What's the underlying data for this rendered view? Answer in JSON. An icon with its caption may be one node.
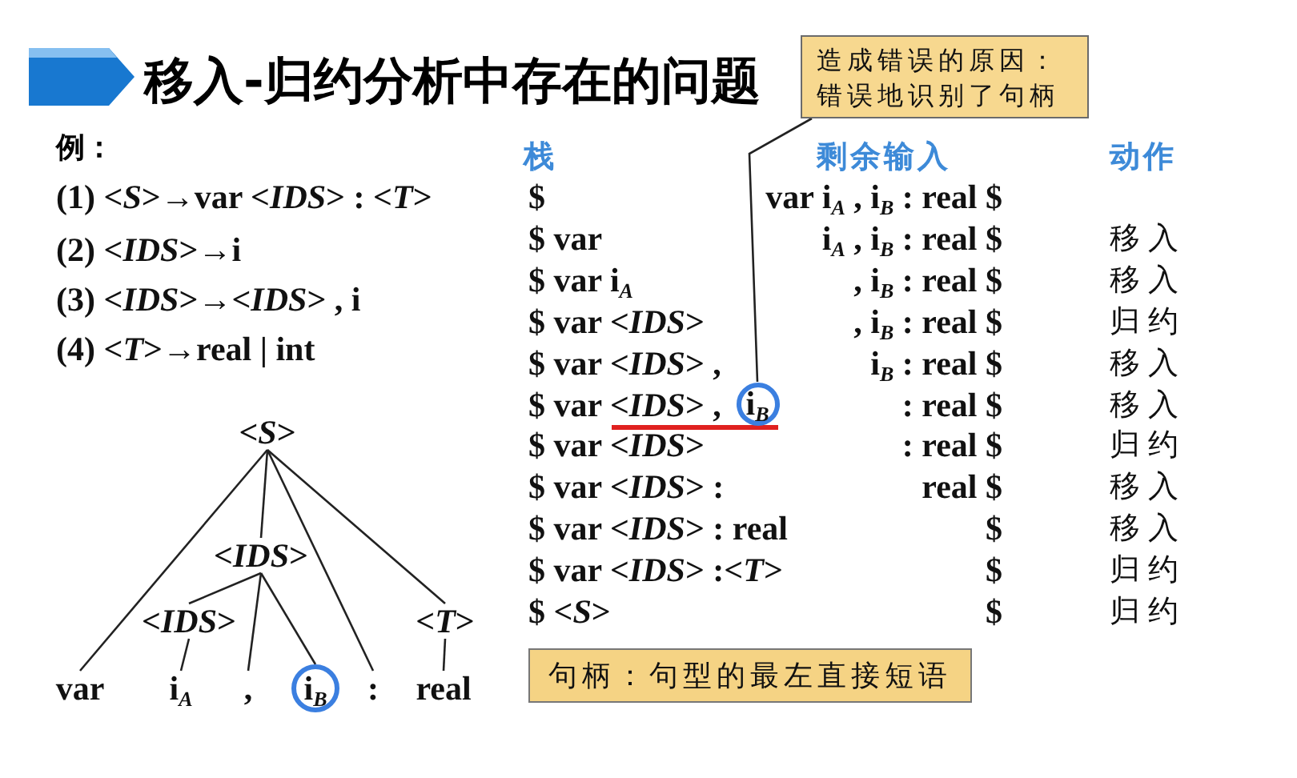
{
  "diagram": {
    "title": "移入-归约分析中存在的问题",
    "nodes": [
      {
        "text": [
          "造成错误的原因：错误地识别了句柄"
        ]
      },
      {
        "text": [
          "i$_{B}$"
        ]
      },
      {
        "text": [
          "<*S*>"
        ]
      },
      {
        "text": [
          "<*IDS*>"
        ]
      },
      {
        "text": [
          "<*IDS*>"
        ]
      },
      {
        "text": [
          "<*T*>"
        ]
      },
      {
        "text": [
          "var"
        ]
      },
      {
        "text": [
          "i$_{A}$"
        ]
      },
      {
        "text": [
          ","
        ]
      },
      {
        "text": [
          "i$_{B}$"
        ]
      },
      {
        "text": [
          ":"
        ]
      },
      {
        "text": [
          "real"
        ]
      },
      {
        "text": [
          "句柄：句型的最左直接短语"
        ]
      }
    ],
    "edges": [
      {
        "from": 0,
        "to": 1,
        "arrow": "none"
      },
      {
        "from": 2,
        "to": 6,
        "arrow": "none"
      },
      {
        "from": 2,
        "to": 3,
        "arrow": "none"
      },
      {
        "from": 2,
        "to": 10,
        "arrow": "none"
      },
      {
        "from": 2,
        "to": 5,
        "arrow": "none"
      },
      {
        "from": 3,
        "to": 4,
        "arrow": "none"
      },
      {
        "from": 3,
        "to": 8,
        "arrow": "none"
      },
      {
        "from": 3,
        "to": 9,
        "arrow": "none"
      },
      {
        "from": 4,
        "to": 7,
        "arrow": "none"
      },
      {
        "from": 5,
        "to": 11,
        "arrow": "none"
      }
    ],
    "labels": [
      "例：",
      "(1) <*S*>→var <*IDS*> : <*T*>",
      "(2) <*IDS*>→i",
      "(3) <*IDS*>→<*IDS*> , i",
      "(4) <*T*>→real | int",
      "栈",
      "剩余输入",
      "动作",
      "$",
      "var i$_{A}$ , i$_{B}$ : real $",
      "$ var",
      "i$_{A}$ , i$_{B}$ : real $",
      "移入",
      "$ var i$_{A}$",
      ", i$_{B}$ : real $",
      "移入",
      "$ var <*IDS*>",
      ", i$_{B}$ : real $",
      "归约",
      "$ var <*IDS*> ,",
      "i$_{B}$ : real $",
      "移入",
      "$ var <*IDS*> ,",
      ": real $",
      "移入",
      "$ var <*IDS*>",
      ": real $",
      "归约",
      "$ var <*IDS*> :",
      "real $",
      "移入",
      "$ var <*IDS*> : real",
      "$",
      "移入",
      "$ var <*IDS*> :<*T*>",
      "$",
      "归约",
      "$ <*S*>",
      "$",
      "归约"
    ]
  }
}
